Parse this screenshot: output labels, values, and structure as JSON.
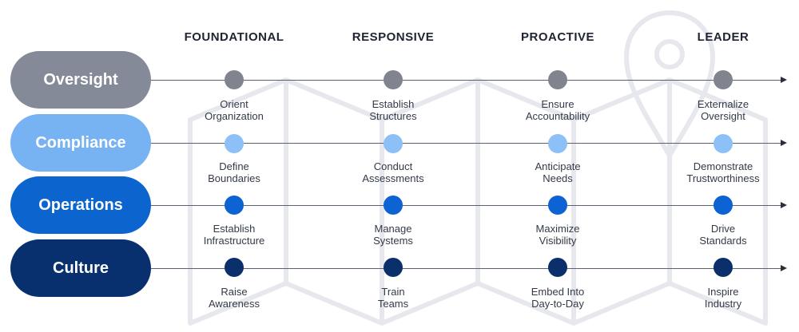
{
  "stages": [
    "FOUNDATIONAL",
    "RESPONSIVE",
    "PROACTIVE",
    "LEADER"
  ],
  "rows": [
    {
      "label": "Oversight",
      "color": "#858a99",
      "dot_color": "#80848f",
      "cells": [
        {
          "line1": "Orient",
          "line2": "Organization"
        },
        {
          "line1": "Establish",
          "line2": "Structures"
        },
        {
          "line1": "Ensure",
          "line2": "Accountability"
        },
        {
          "line1": "Externalize",
          "line2": "Oversight"
        }
      ]
    },
    {
      "label": "Compliance",
      "color": "#77b2f3",
      "dot_color": "#8cc0f6",
      "cells": [
        {
          "line1": "Define",
          "line2": "Boundaries"
        },
        {
          "line1": "Conduct",
          "line2": "Assessments"
        },
        {
          "line1": "Anticipate",
          "line2": "Needs"
        },
        {
          "line1": "Demonstrate",
          "line2": "Trustworthiness"
        }
      ]
    },
    {
      "label": "Operations",
      "color": "#0c64cf",
      "dot_color": "#0d62d4",
      "cells": [
        {
          "line1": "Establish",
          "line2": "Infrastructure"
        },
        {
          "line1": "Manage",
          "line2": "Systems"
        },
        {
          "line1": "Maximize",
          "line2": "Visibility"
        },
        {
          "line1": "Drive",
          "line2": "Standards"
        }
      ]
    },
    {
      "label": "Culture",
      "color": "#08306f",
      "dot_color": "#0b2f6a",
      "cells": [
        {
          "line1": "Raise",
          "line2": "Awareness"
        },
        {
          "line1": "Train",
          "line2": "Teams"
        },
        {
          "line1": "Embed Into",
          "line2": "Day-to-Day"
        },
        {
          "line1": "Inspire",
          "line2": "Industry"
        }
      ]
    }
  ]
}
